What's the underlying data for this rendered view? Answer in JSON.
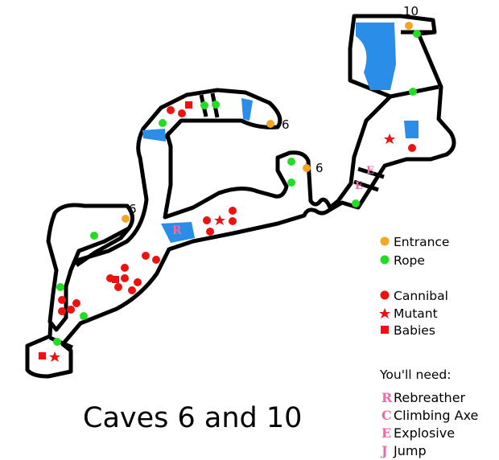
{
  "title": "Caves 6 and 10",
  "markers": {
    "cave_10": "10",
    "cave_6_top": "6",
    "cave_6_mid": "6",
    "cave_6_left": "6",
    "req_rebreather": "R",
    "req_explosive_1": "E",
    "req_explosive_2": "E"
  },
  "legend": {
    "entrance": "Entrance",
    "rope": "Rope",
    "cannibal": "Cannibal",
    "mutant": "Mutant",
    "babies": "Babies"
  },
  "needs": {
    "title": "You'll need:",
    "items": [
      {
        "letter": "R",
        "label": "Rebreather"
      },
      {
        "letter": "C",
        "label": "Climbing Axe"
      },
      {
        "letter": "E",
        "label": "Explosive"
      },
      {
        "letter": "J",
        "label": "Jump"
      }
    ]
  },
  "colors": {
    "entrance": "#f4a623",
    "rope": "#22dd22",
    "cannibal": "#ee1111",
    "water": "#2a8ee8",
    "requirement_letter": "#ee6aa7"
  }
}
